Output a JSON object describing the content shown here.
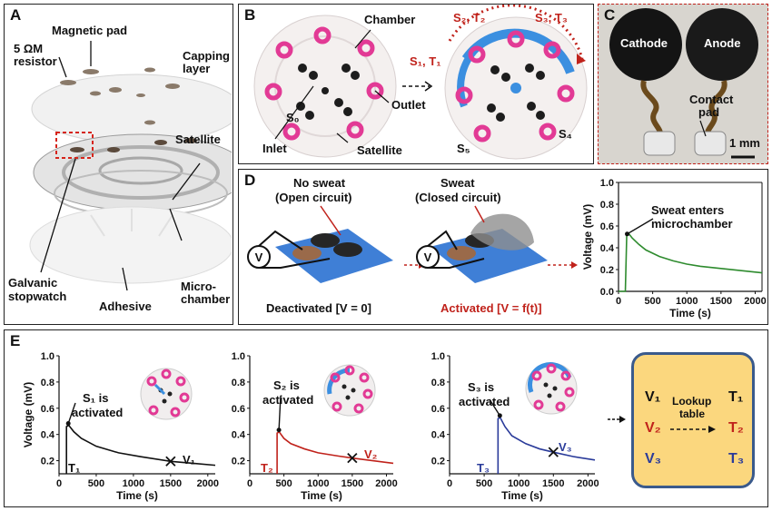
{
  "panels": {
    "A": {
      "letter": "A",
      "magnetic_pad": "Magnetic pad",
      "resistor_line1": "5 ΩM",
      "resistor_line2": "resistor",
      "capping_line1": "Capping",
      "capping_line2": "layer",
      "satellite": "Satellite",
      "galvanic_line1": "Galvanic",
      "galvanic_line2": "stopwatch",
      "micro_line1": "Micro-",
      "micro_line2": "chamber",
      "adhesive": "Adhesive"
    },
    "B": {
      "letter": "B",
      "chamber": "Chamber",
      "s0": "S₀",
      "inlet": "Inlet",
      "outlet": "Outlet",
      "satellite": "Satellite",
      "s1t1": "S₁, T₁",
      "s2t2": "S₂, T₂",
      "s3t3": "S₃, T₃",
      "s4": "S₄",
      "s5": "S₅"
    },
    "C": {
      "letter": "C",
      "cathode": "Cathode",
      "anode": "Anode",
      "contact_line1": "Contact",
      "contact_line2": "pad",
      "scale": "1 mm"
    },
    "D": {
      "letter": "D",
      "nosweat_line1": "No sweat",
      "nosweat_line2": "(Open circuit)",
      "sweat_line1": "Sweat",
      "sweat_line2": "(Closed circuit)",
      "v_symbol": "V",
      "deactivated": "Deactivated [V = 0]",
      "activated": "Activated [V = f(t)]",
      "annotation_line1": "Sweat enters",
      "annotation_line2": "microchamber"
    },
    "E": {
      "letter": "E",
      "plot1_label_line1": "S₁ is",
      "plot1_label_line2": "activated",
      "plot1_t": "T₁",
      "plot1_v": "V₁",
      "plot2_label_line1": "S₂ is",
      "plot2_label_line2": "activated",
      "plot2_t": "T₂",
      "plot2_v": "V₂",
      "plot3_label_line1": "S₃ is",
      "plot3_label_line2": "activated",
      "plot3_t": "T₃",
      "plot3_v": "V₃",
      "lookup": {
        "v1": "V₁",
        "v2": "V₂",
        "v3": "V₃",
        "t1": "T₁",
        "t2": "T₂",
        "t3": "T₃",
        "table_line1": "Lookup",
        "table_line2": "table"
      }
    }
  },
  "colors": {
    "green": "#2e8b2e",
    "black": "#111111",
    "red": "#c0221b",
    "blue": "#2a3b9a",
    "lookup_fill": "#fbd77e",
    "lookup_border": "#3a5a8c"
  },
  "chart_data": [
    {
      "type": "line",
      "panel": "D",
      "xlabel": "Time (s)",
      "ylabel": "Voltage (mV)",
      "xlim": [
        0,
        2100
      ],
      "ylim": [
        0,
        1.0
      ],
      "xticks": [
        0,
        500,
        1000,
        1500,
        2000
      ],
      "yticks": [
        0,
        0.2,
        0.4,
        0.6,
        0.8,
        1.0
      ],
      "x": [
        0,
        100,
        120,
        150,
        200,
        300,
        400,
        600,
        800,
        1000,
        1200,
        1500,
        1800,
        2100
      ],
      "y": [
        0,
        0,
        0.51,
        0.53,
        0.49,
        0.43,
        0.38,
        0.32,
        0.28,
        0.25,
        0.23,
        0.21,
        0.19,
        0.17
      ],
      "color": "#2e8b2e"
    },
    {
      "type": "line",
      "panel": "E1",
      "xlabel": "Time (s)",
      "ylabel": "Voltage (mV)",
      "xlim": [
        0,
        2100
      ],
      "ylim": [
        0.1,
        1.0
      ],
      "xticks": [
        0,
        500,
        1000,
        1500,
        2000
      ],
      "yticks": [
        0.2,
        0.4,
        0.6,
        0.8,
        1.0
      ],
      "x": [
        100,
        100,
        130,
        200,
        300,
        500,
        800,
        1100,
        1500,
        1800,
        2100
      ],
      "y": [
        0.1,
        0.46,
        0.47,
        0.42,
        0.37,
        0.31,
        0.26,
        0.23,
        0.195,
        0.18,
        0.165
      ],
      "marker_x": 1500,
      "marker_y": 0.195,
      "color": "#111111"
    },
    {
      "type": "line",
      "panel": "E2",
      "xlabel": "Time (s)",
      "ylabel": "",
      "xlim": [
        0,
        2100
      ],
      "ylim": [
        0.1,
        1.0
      ],
      "xticks": [
        0,
        500,
        1000,
        1500,
        2000
      ],
      "yticks": [
        0.2,
        0.4,
        0.6,
        0.8,
        1.0
      ],
      "x": [
        400,
        400,
        430,
        500,
        600,
        800,
        1000,
        1300,
        1500,
        1800,
        2100
      ],
      "y": [
        0.1,
        0.41,
        0.42,
        0.37,
        0.33,
        0.29,
        0.26,
        0.235,
        0.22,
        0.2,
        0.18
      ],
      "marker_x": 1500,
      "marker_y": 0.22,
      "color": "#c0221b"
    },
    {
      "type": "line",
      "panel": "E3",
      "xlabel": "Time (s)",
      "ylabel": "",
      "xlim": [
        0,
        2100
      ],
      "ylim": [
        0.1,
        1.0
      ],
      "xticks": [
        0,
        500,
        1000,
        1500,
        2000
      ],
      "yticks": [
        0.2,
        0.4,
        0.6,
        0.8,
        1.0
      ],
      "x": [
        700,
        700,
        730,
        800,
        900,
        1100,
        1300,
        1500,
        1800,
        2100
      ],
      "y": [
        0.1,
        0.52,
        0.53,
        0.46,
        0.39,
        0.33,
        0.29,
        0.265,
        0.23,
        0.205
      ],
      "marker_x": 1500,
      "marker_y": 0.265,
      "color": "#2a3b9a"
    }
  ]
}
